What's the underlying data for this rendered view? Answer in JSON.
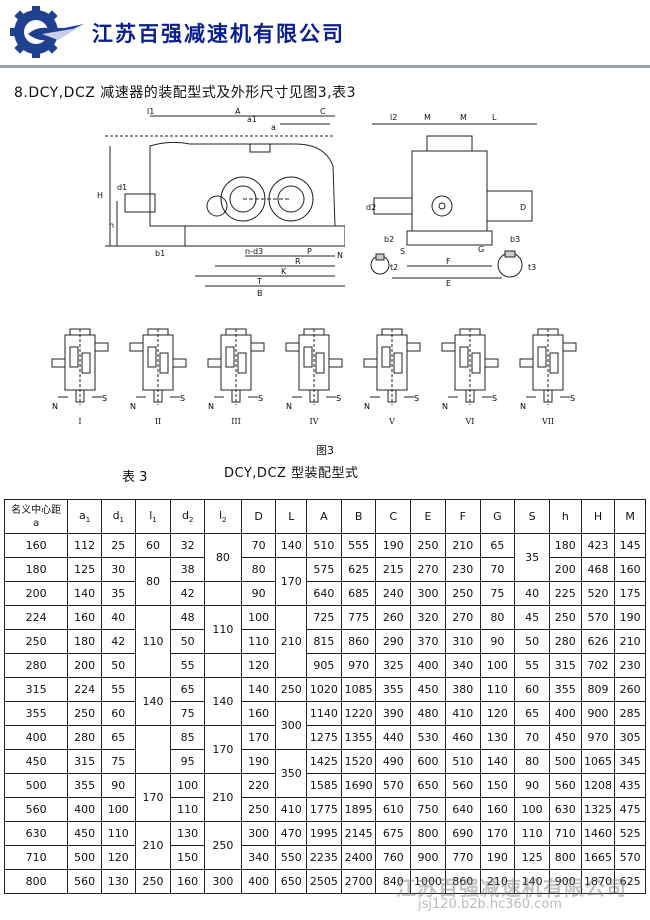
{
  "header": {
    "company_name": "江苏百强减速机有限公司",
    "logo_icon": "gear-logo-icon",
    "accent_color": "#0a1f8f"
  },
  "section": {
    "title": "8.DCY,DCZ 减速器的装配型式及外形尺寸见图3,表3"
  },
  "main_drawing_labels": [
    "l1",
    "A",
    "C",
    "a1",
    "a",
    "H",
    "h",
    "d1",
    "b1",
    "n-d3",
    "P",
    "R",
    "K",
    "T",
    "B",
    "N"
  ],
  "side_drawing_labels": [
    "l2",
    "M",
    "M",
    "L",
    "d2",
    "D",
    "b2",
    "S",
    "t2",
    "G",
    "F",
    "E",
    "b3",
    "t3"
  ],
  "configs": [
    "I",
    "II",
    "III",
    "IV",
    "V",
    "VI",
    "VII"
  ],
  "config_marks": {
    "n": "N",
    "s": "S"
  },
  "figure": {
    "caption": "图3",
    "subtitle": "DCY,DCZ 型装配型式"
  },
  "table": {
    "label": "表 3",
    "headers": [
      {
        "main": "名义中心距",
        "sub": "a"
      },
      {
        "main": "a",
        "sub": "1"
      },
      {
        "main": "d",
        "sub": "1"
      },
      {
        "main": "l",
        "sub": "1"
      },
      {
        "main": "d",
        "sub": "2"
      },
      {
        "main": "l",
        "sub": "2"
      },
      {
        "main": "D",
        "sub": ""
      },
      {
        "main": "L",
        "sub": ""
      },
      {
        "main": "A",
        "sub": ""
      },
      {
        "main": "B",
        "sub": ""
      },
      {
        "main": "C",
        "sub": ""
      },
      {
        "main": "E",
        "sub": ""
      },
      {
        "main": "F",
        "sub": ""
      },
      {
        "main": "G",
        "sub": ""
      },
      {
        "main": "S",
        "sub": ""
      },
      {
        "main": "h",
        "sub": ""
      },
      {
        "main": "H",
        "sub": ""
      },
      {
        "main": "M",
        "sub": ""
      }
    ],
    "rows": [
      [
        "160",
        "112",
        "25",
        "60",
        "32",
        "80",
        "70",
        "140",
        "510",
        "555",
        "190",
        "250",
        "210",
        "65",
        "35",
        "180",
        "423",
        "145"
      ],
      [
        "180",
        "125",
        "30",
        "80",
        "38",
        "",
        "80",
        "170",
        "575",
        "625",
        "215",
        "270",
        "230",
        "70",
        "",
        "200",
        "468",
        "160"
      ],
      [
        "200",
        "140",
        "35",
        "",
        "42",
        "",
        "90",
        "",
        "640",
        "685",
        "240",
        "300",
        "250",
        "75",
        "40",
        "225",
        "520",
        "175"
      ],
      [
        "224",
        "160",
        "40",
        "110",
        "48",
        "110",
        "100",
        "210",
        "725",
        "775",
        "260",
        "320",
        "270",
        "80",
        "45",
        "250",
        "570",
        "190"
      ],
      [
        "250",
        "180",
        "42",
        "",
        "50",
        "",
        "110",
        "",
        "815",
        "860",
        "290",
        "370",
        "310",
        "90",
        "50",
        "280",
        "626",
        "210"
      ],
      [
        "280",
        "200",
        "50",
        "",
        "55",
        "",
        "120",
        "",
        "905",
        "970",
        "325",
        "400",
        "340",
        "100",
        "55",
        "315",
        "702",
        "230"
      ],
      [
        "315",
        "224",
        "55",
        "140",
        "65",
        "140",
        "140",
        "250",
        "1020",
        "1085",
        "355",
        "450",
        "380",
        "110",
        "60",
        "355",
        "809",
        "260"
      ],
      [
        "355",
        "250",
        "60",
        "",
        "75",
        "",
        "160",
        "300",
        "1140",
        "1220",
        "390",
        "480",
        "410",
        "120",
        "65",
        "400",
        "900",
        "285"
      ],
      [
        "400",
        "280",
        "65",
        "",
        "85",
        "170",
        "170",
        "",
        "1275",
        "1355",
        "440",
        "530",
        "460",
        "130",
        "70",
        "450",
        "970",
        "305"
      ],
      [
        "450",
        "315",
        "75",
        "",
        "95",
        "",
        "190",
        "350",
        "1425",
        "1520",
        "490",
        "600",
        "510",
        "140",
        "80",
        "500",
        "1065",
        "345"
      ],
      [
        "500",
        "355",
        "90",
        "170",
        "100",
        "210",
        "220",
        "",
        "1585",
        "1690",
        "570",
        "650",
        "560",
        "150",
        "90",
        "560",
        "1208",
        "435"
      ],
      [
        "560",
        "400",
        "100",
        "",
        "110",
        "",
        "250",
        "410",
        "1775",
        "1895",
        "610",
        "750",
        "640",
        "160",
        "100",
        "630",
        "1325",
        "475"
      ],
      [
        "630",
        "450",
        "110",
        "210",
        "130",
        "250",
        "300",
        "470",
        "1995",
        "2145",
        "675",
        "800",
        "690",
        "170",
        "110",
        "710",
        "1460",
        "525"
      ],
      [
        "710",
        "500",
        "120",
        "",
        "150",
        "",
        "340",
        "550",
        "2235",
        "2400",
        "760",
        "900",
        "770",
        "190",
        "125",
        "800",
        "1665",
        "570"
      ],
      [
        "800",
        "560",
        "130",
        "250",
        "160",
        "300",
        "400",
        "650",
        "2505",
        "2700",
        "840",
        "1000",
        "860",
        "210",
        "140",
        "900",
        "1870",
        "625"
      ]
    ],
    "spans": [
      {
        "row": 0,
        "col": 5,
        "rowspan": 2
      },
      {
        "row": 0,
        "col": 14,
        "rowspan": 2
      },
      {
        "row": 1,
        "col": 3,
        "rowspan": 2
      },
      {
        "row": 1,
        "col": 7,
        "rowspan": 2
      },
      {
        "row": 3,
        "col": 3,
        "rowspan": 3
      },
      {
        "row": 3,
        "col": 5,
        "rowspan": 2
      },
      {
        "row": 3,
        "col": 7,
        "rowspan": 3
      },
      {
        "row": 5,
        "col": 5,
        "rowspan": 1
      },
      {
        "row": 6,
        "col": 3,
        "rowspan": 2
      },
      {
        "row": 6,
        "col": 5,
        "rowspan": 2
      },
      {
        "row": 7,
        "col": 7,
        "rowspan": 2
      },
      {
        "row": 8,
        "col": 3,
        "rowspan": 2
      },
      {
        "row": 8,
        "col": 5,
        "rowspan": 2
      },
      {
        "row": 9,
        "col": 7,
        "rowspan": 2
      },
      {
        "row": 10,
        "col": 3,
        "rowspan": 2
      },
      {
        "row": 10,
        "col": 5,
        "rowspan": 2
      },
      {
        "row": 12,
        "col": 3,
        "rowspan": 2
      },
      {
        "row": 12,
        "col": 5,
        "rowspan": 2
      }
    ]
  },
  "watermark": {
    "line1": "江苏百强减速机有限公司",
    "line2": "jsj120.b2b.hc360.com"
  }
}
